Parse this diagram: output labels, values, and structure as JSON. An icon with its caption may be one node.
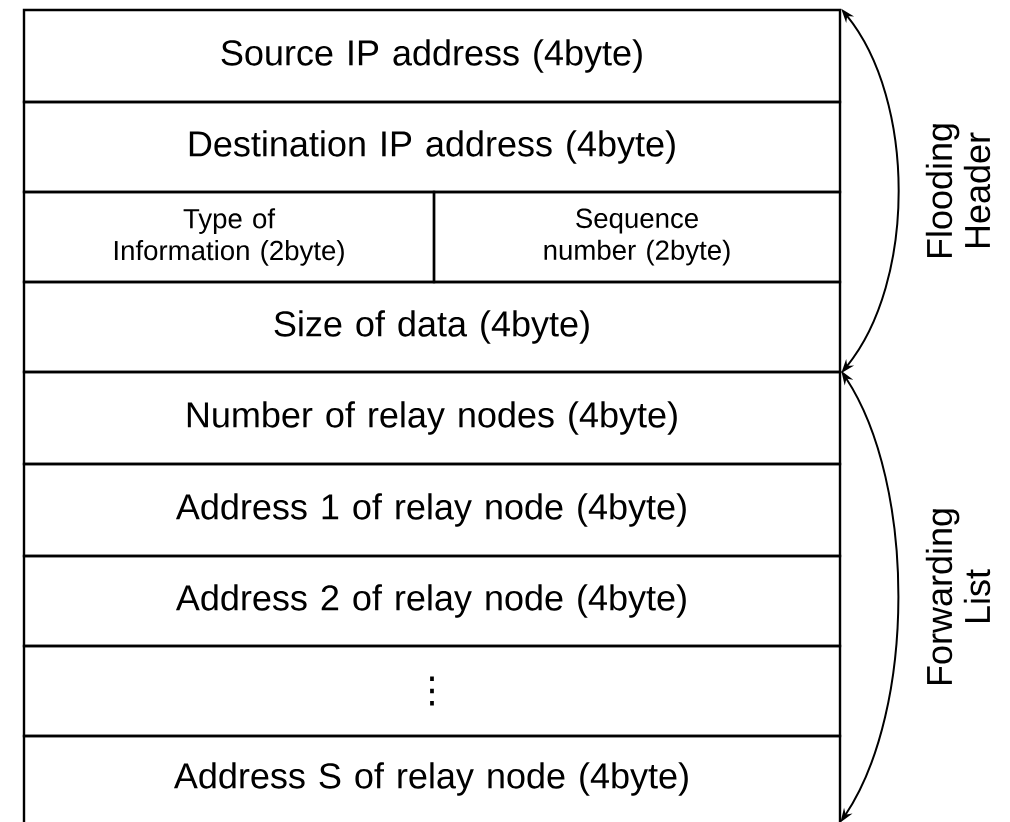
{
  "diagram": {
    "nodes": [
      {
        "text": [
          "Source IP address (4byte)"
        ]
      },
      {
        "text": [
          "Destination IP address (4byte)"
        ]
      },
      {
        "text": [
          "Type of Information (2byte)"
        ]
      },
      {
        "text": [
          "Sequence number (2byte)"
        ]
      },
      {
        "text": [
          "Size of data (4byte)"
        ]
      },
      {
        "text": [
          "Number of relay nodes (4byte)"
        ]
      },
      {
        "text": [
          "Address 1 of relay node (4byte)"
        ]
      },
      {
        "text": [
          "Address 2 of relay node (4byte)"
        ]
      },
      {
        "text": [
          "⋮"
        ]
      },
      {
        "text": [
          "Address S of relay node (4byte)"
        ]
      }
    ],
    "edges": [
      {
        "from": 0,
        "to": 4,
        "arrow": "both",
        "label": "Flooding Header"
      },
      {
        "from": 5,
        "to": 9,
        "arrow": "both",
        "label": "Forwarding List"
      }
    ]
  }
}
